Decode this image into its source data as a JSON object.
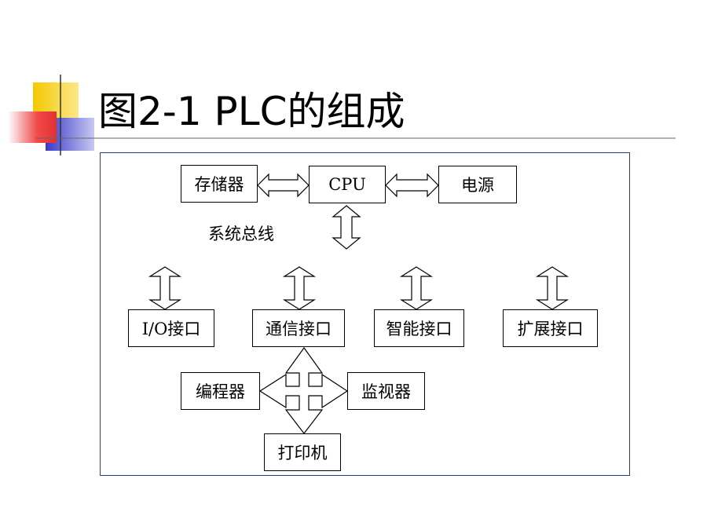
{
  "slide": {
    "title": "图2-1 PLC的组成"
  },
  "diagram": {
    "cpu": "CPU",
    "memory": "存储器",
    "power": "电源",
    "bus_label": "系统总线",
    "interfaces": {
      "io": "I/O接口",
      "comm": "通信接口",
      "smart": "智能接口",
      "expansion": "扩展接口"
    },
    "peripherals": {
      "programmer": "编程器",
      "monitor": "监视器",
      "printer": "打印机"
    }
  },
  "colors": {
    "frame_border": "#2b3a9a",
    "deco_yellow": "#f5c800",
    "deco_red": "#f24a4a",
    "deco_blue": "#3a3ac8"
  }
}
